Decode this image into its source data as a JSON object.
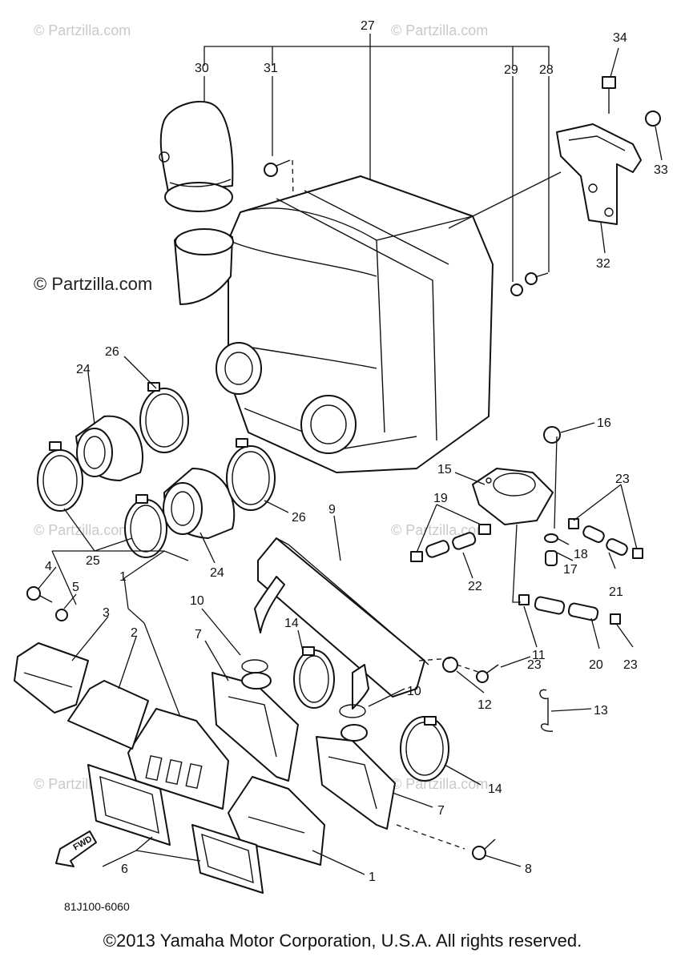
{
  "watermarks": {
    "main": "© Partzilla.com",
    "faint": "© Partzilla.com"
  },
  "diagram_code": "81J100-6060",
  "arrow_label": "FWD",
  "copyright": "©2013 Yamaha Motor Corporation, U.S.A. All rights reserved.",
  "callouts": {
    "p1a": "1",
    "p1b": "1",
    "p2": "2",
    "p3": "3",
    "p4": "4",
    "p5": "5",
    "p6": "6",
    "p7a": "7",
    "p7b": "7",
    "p8": "8",
    "p9": "9",
    "p10a": "10",
    "p10b": "10",
    "p11": "11",
    "p12": "12",
    "p13": "13",
    "p14a": "14",
    "p14b": "14",
    "p15": "15",
    "p16": "16",
    "p17": "17",
    "p18": "18",
    "p19": "19",
    "p20": "20",
    "p21": "21",
    "p22": "22",
    "p23a": "23",
    "p23b": "23",
    "p23c": "23",
    "p24a": "24",
    "p24b": "24",
    "p25": "25",
    "p26a": "26",
    "p26b": "26",
    "p27": "27",
    "p28": "28",
    "p29": "29",
    "p30": "30",
    "p31": "31",
    "p32": "32",
    "p33": "33",
    "p34": "34"
  }
}
